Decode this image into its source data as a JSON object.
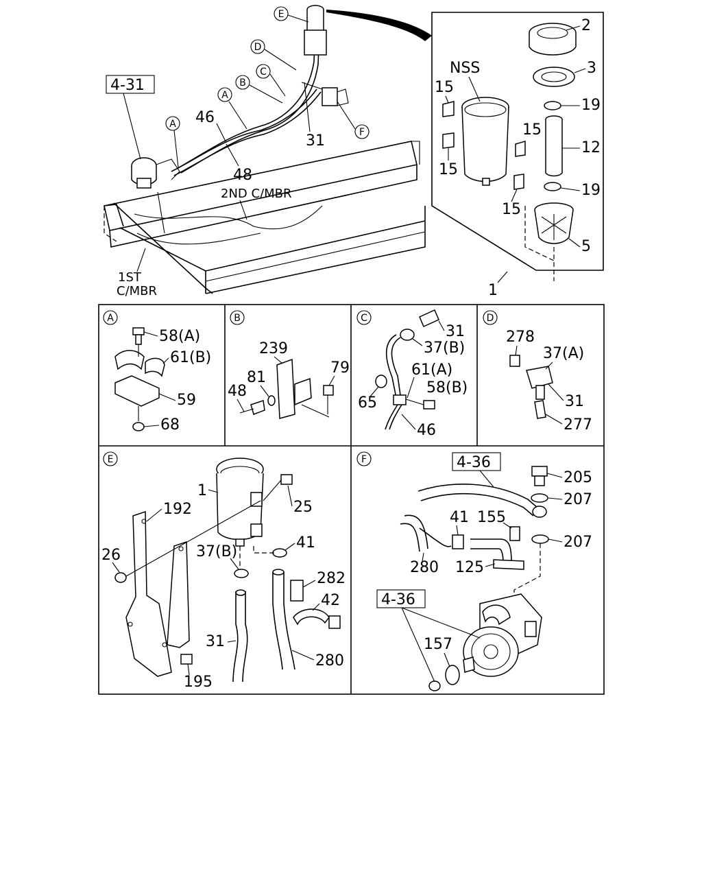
{
  "main_view": {
    "ref_4_31": "4-31",
    "callout_e": "E",
    "callout_d": "D",
    "callout_c": "C",
    "callout_b": "B",
    "callout_a1": "A",
    "callout_a2": "A",
    "callout_f": "F",
    "p46": "46",
    "p48": "48",
    "p31": "31",
    "mbr2_a": "2ND C/MBR",
    "mbr1_a": "1ST",
    "mbr1_b": "C/MBR"
  },
  "exploded_view": {
    "p2": "2",
    "p3": "3",
    "nss": "NSS",
    "p15a": "15",
    "p15b": "15",
    "p15c": "15",
    "p15d": "15",
    "p19a": "19",
    "p12": "12",
    "p19b": "19",
    "p5": "5",
    "p1": "1"
  },
  "detail_a": {
    "title": "A",
    "p58a": "58(A)",
    "p61b": "61(B)",
    "p59": "59",
    "p68": "68"
  },
  "detail_b": {
    "title": "B",
    "p239": "239",
    "p79": "79",
    "p48": "48",
    "p81": "81"
  },
  "detail_c": {
    "title": "C",
    "p31": "31",
    "p37b": "37(B)",
    "p61a": "61(A)",
    "p65": "65",
    "p58b": "58(B)",
    "p46": "46"
  },
  "detail_d": {
    "title": "D",
    "p278": "278",
    "p37a": "37(A)",
    "p31": "31",
    "p277": "277"
  },
  "detail_e": {
    "title": "E",
    "p1": "1",
    "p192": "192",
    "p25": "25",
    "p26": "26",
    "p37b": "37(B)",
    "p41": "41",
    "p282": "282",
    "p42": "42",
    "p31": "31",
    "p280": "280",
    "p195": "195"
  },
  "detail_f": {
    "title": "F",
    "ref_a": "4-36",
    "p205": "205",
    "p207a": "207",
    "p41": "41",
    "p155": "155",
    "p207b": "207",
    "p280": "280",
    "p125": "125",
    "ref_b": "4-36",
    "p157": "157"
  }
}
